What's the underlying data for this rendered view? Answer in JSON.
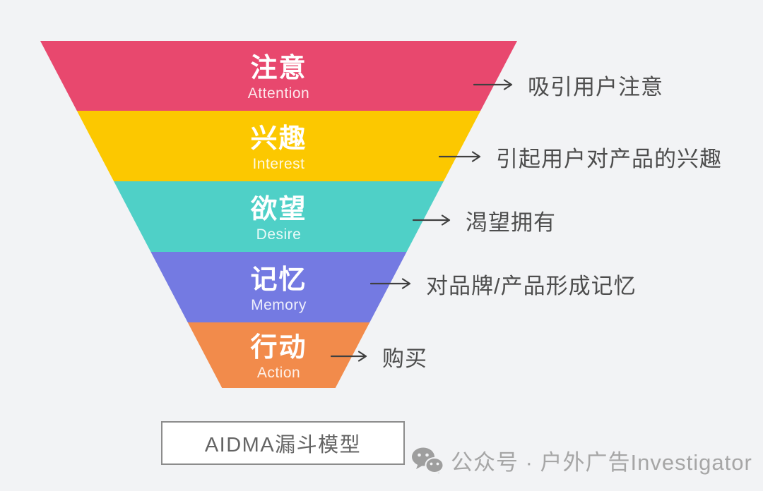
{
  "background_color": "#f2f3f5",
  "funnel": {
    "levels": [
      {
        "zh": "注意",
        "en": "Attention",
        "color": "#e8486e",
        "annotation": "吸引用户注意"
      },
      {
        "zh": "兴趣",
        "en": "Interest",
        "color": "#fcc800",
        "annotation": "引起用户对产品的兴趣"
      },
      {
        "zh": "欲望",
        "en": "Desire",
        "color": "#4fd0c7",
        "annotation": "渴望拥有"
      },
      {
        "zh": "记忆",
        "en": "Memory",
        "color": "#747ae2",
        "annotation": "对品牌/产品形成记忆"
      },
      {
        "zh": "行动",
        "en": "Action",
        "color": "#f28b4b",
        "annotation": "购买"
      }
    ],
    "arrow_color": "#404040",
    "label_text_color": "#ffffff",
    "annotation_text_color": "#4d4d4d"
  },
  "caption": {
    "label": "AIDMA漏斗模型"
  },
  "watermark": {
    "icon": "wechat-icon",
    "text": "公众号 · 户外广告Investigator",
    "color": "#a6a6a6"
  }
}
